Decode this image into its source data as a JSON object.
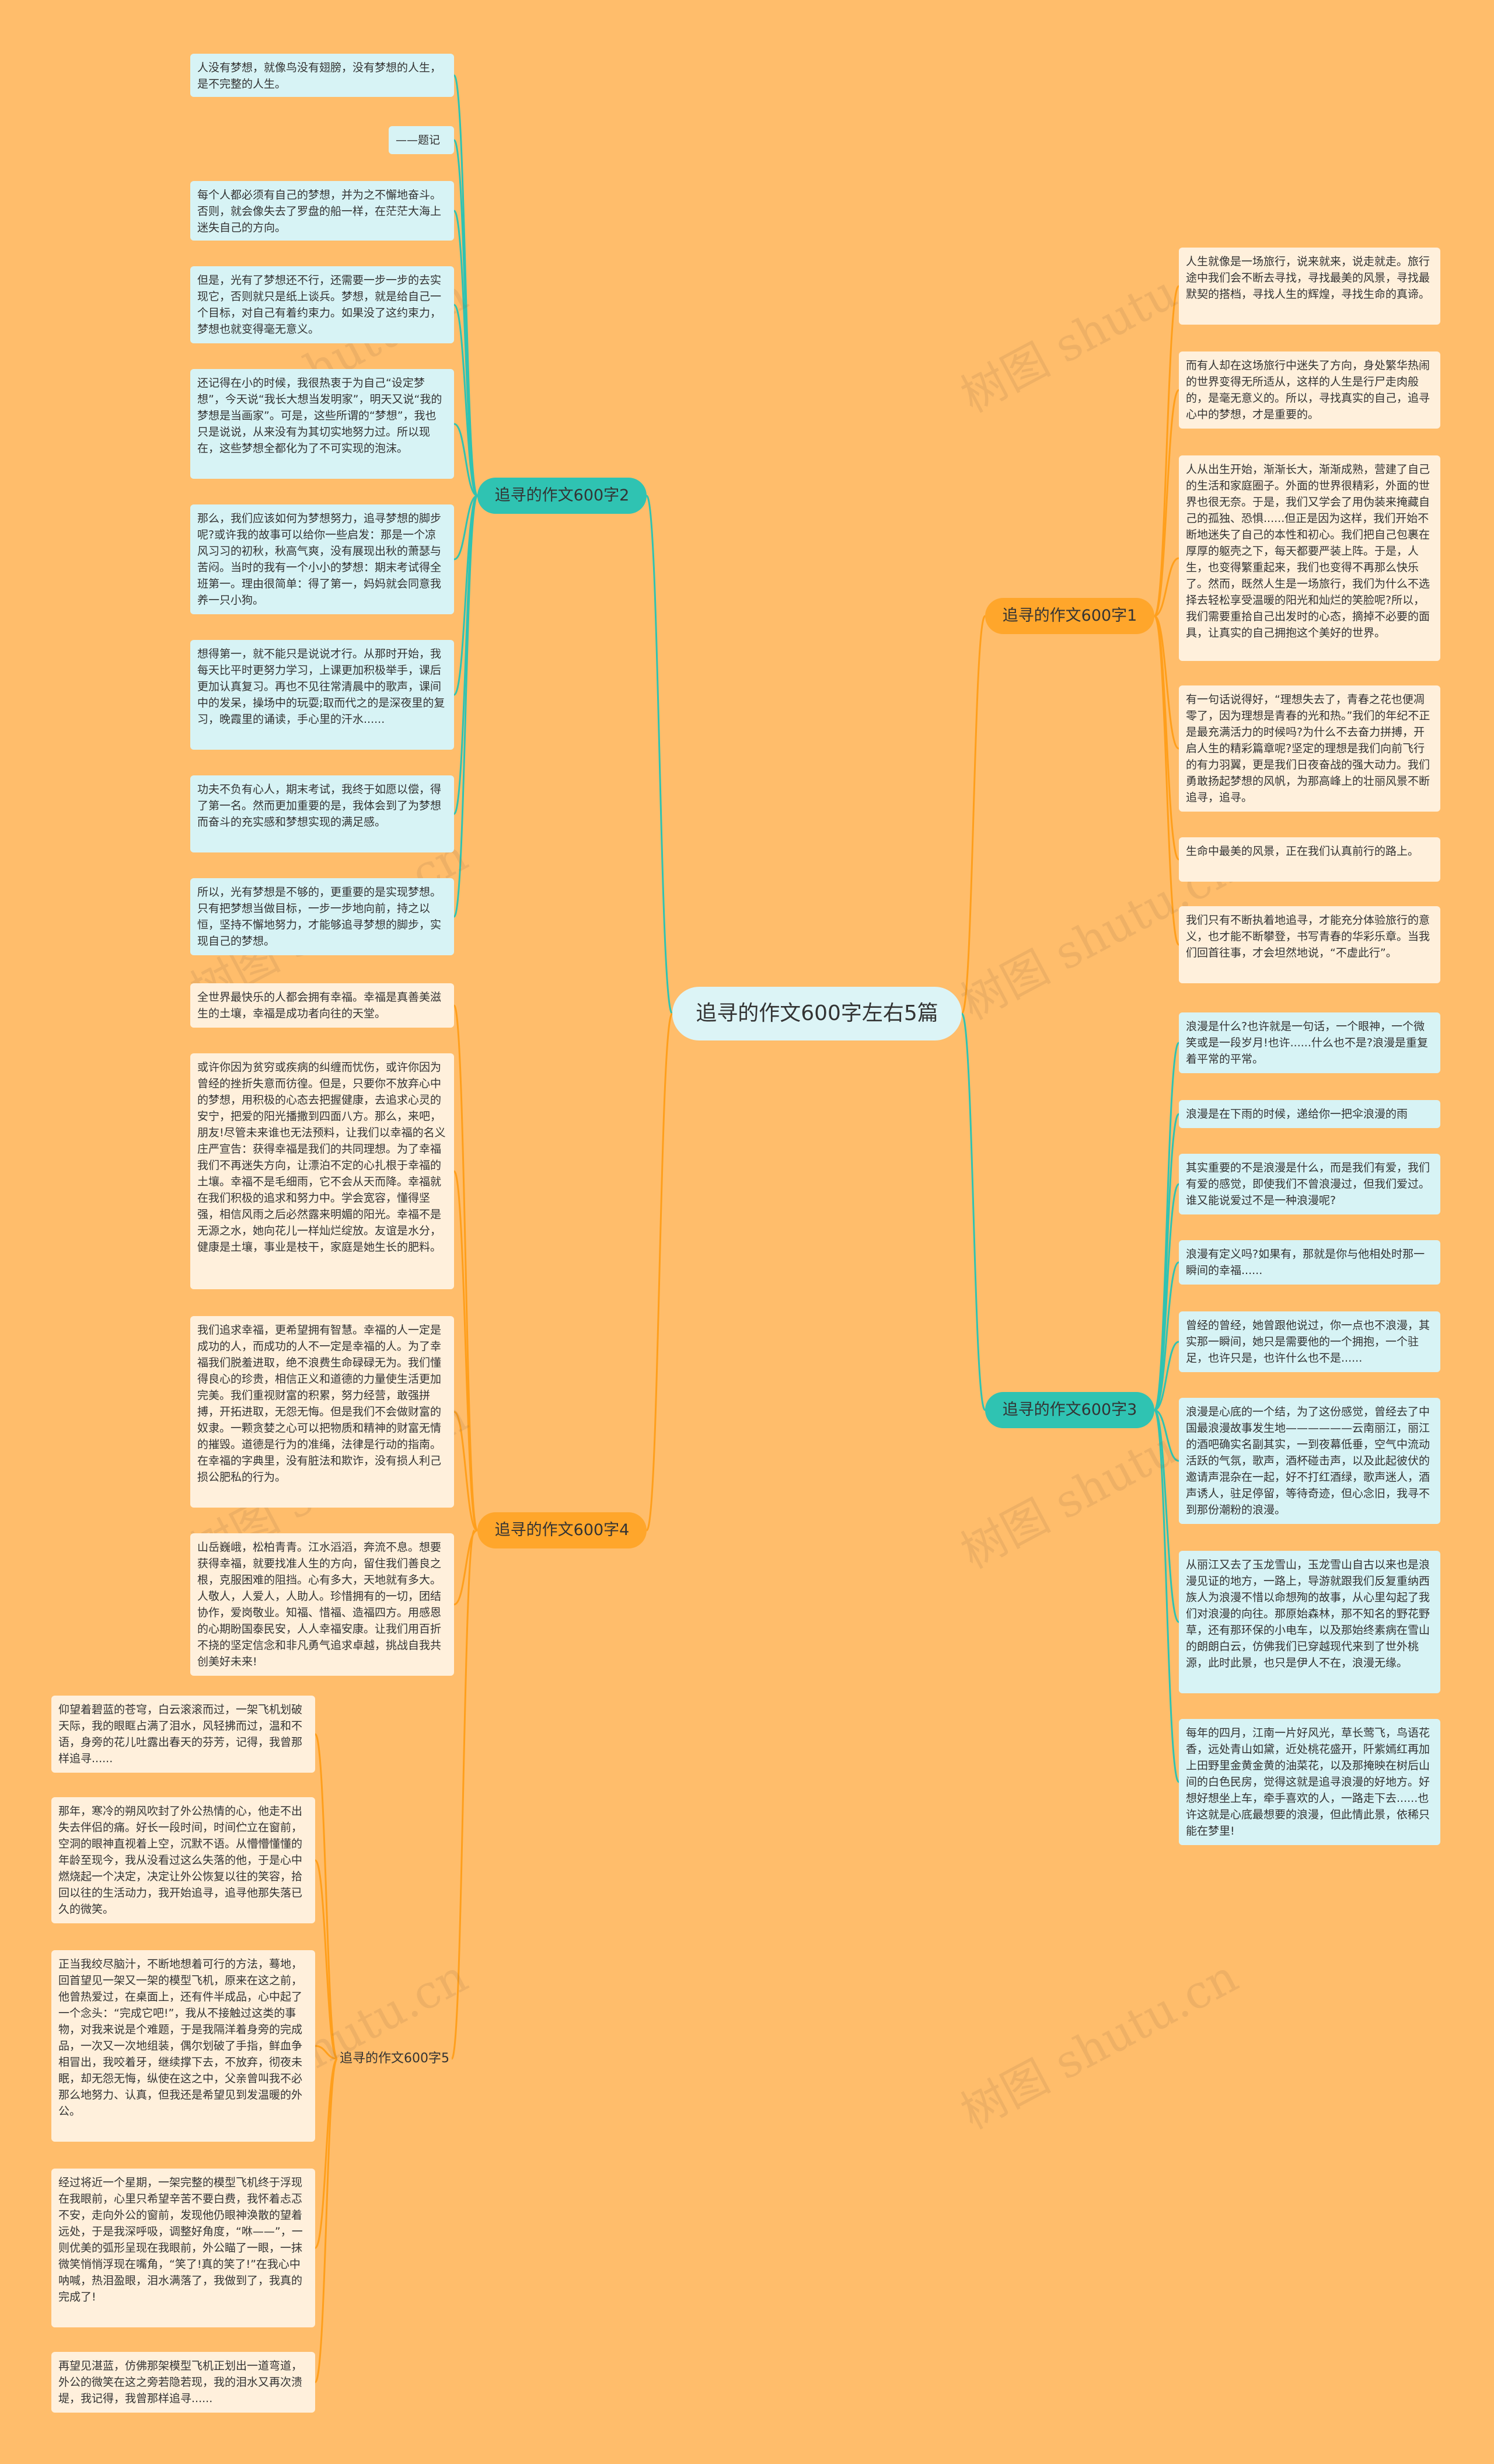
{
  "root": {
    "title": "追寻的作文600字左右5篇"
  },
  "branches": [
    {
      "label": "追寻的作文600字2",
      "leaves": [
        "人没有梦想，就像鸟没有翅膀，没有梦想的人生，是不完整的人生。",
        "——题记",
        "每个人都必须有自己的梦想，并为之不懈地奋斗。否则，就会像失去了罗盘的船一样，在茫茫大海上迷失自己的方向。",
        "但是，光有了梦想还不行，还需要一步一步的去实现它，否则就只是纸上谈兵。梦想，就是给自己一个目标，对自己有着约束力。如果没了这约束力，梦想也就变得毫无意义。",
        "还记得在小的时候，我很热衷于为自己“设定梦想”，今天说“我长大想当发明家”，明天又说“我的梦想是当画家”。可是，这些所谓的“梦想”，我也只是说说，从来没有为其切实地努力过。所以现在，这些梦想全都化为了不可实现的泡沫。",
        "那么，我们应该如何为梦想努力，追寻梦想的脚步呢?或许我的故事可以给你一些启发：那是一个凉风习习的初秋，秋高气爽，没有展现出秋的萧瑟与苦闷。当时的我有一个小小的梦想：期末考试得全班第一。理由很简单：得了第一，妈妈就会同意我养一只小狗。",
        "想得第一，就不能只是说说才行。从那时开始，我每天比平时更努力学习，上课更加积极举手，课后更加认真复习。再也不见往常清晨中的歌声，课间中的发呆，操场中的玩耍;取而代之的是深夜里的复习，晚霞里的诵读，手心里的汗水......",
        "功夫不负有心人，期末考试，我终于如愿以偿，得了第一名。然而更加重要的是，我体会到了为梦想而奋斗的充实感和梦想实现的满足感。",
        "所以，光有梦想是不够的，更重要的是实现梦想。只有把梦想当做目标，一步一步地向前，持之以恒，坚持不懈地努力，才能够追寻梦想的脚步，实现自己的梦想。"
      ]
    },
    {
      "label": "追寻的作文600字1",
      "leaves": [
        "人生就像是一场旅行，说来就来，说走就走。旅行途中我们会不断去寻找，寻找最美的风景，寻找最默契的搭档，寻找人生的辉煌，寻找生命的真谛。",
        "而有人却在这场旅行中迷失了方向，身处繁华热闹的世界变得无所适从，这样的人生是行尸走肉般的，是毫无意义的。所以，寻找真实的自己，追寻心中的梦想，才是重要的。",
        "人从出生开始，渐渐长大，渐渐成熟，营建了自己的生活和家庭圈子。外面的世界很精彩，外面的世界也很无奈。于是，我们又学会了用伪装来掩藏自己的孤独、恐惧......但正是因为这样，我们开始不断地迷失了自己的本性和初心。我们把自己包裹在厚厚的躯壳之下，每天都要严装上阵。于是，人生，也变得繁重起来，我们也变得不再那么快乐了。然而，既然人生是一场旅行，我们为什么不选择去轻松享受温暖的阳光和灿烂的笑脸呢?所以，我们需要重拾自己出发时的心态，摘掉不必要的面具，让真实的自己拥抱这个美好的世界。",
        "有一句话说得好，“理想失去了，青春之花也便凋零了，因为理想是青春的光和热。”我们的年纪不正是最充满活力的时候吗?为什么不去奋力拼搏，开启人生的精彩篇章呢?坚定的理想是我们向前飞行的有力羽翼，更是我们日夜奋战的强大动力。我们勇敢扬起梦想的风帆，为那高峰上的壮丽风景不断追寻，追寻。",
        "生命中最美的风景，正在我们认真前行的路上。",
        "我们只有不断执着地追寻，才能充分体验旅行的意义，也才能不断攀登，书写青春的华彩乐章。当我们回首往事，才会坦然地说，“不虚此行”。"
      ]
    },
    {
      "label": "追寻的作文600字4",
      "leaves": [
        "全世界最快乐的人都会拥有幸福。幸福是真善美滋生的土壤，幸福是成功者向往的天堂。",
        "或许你因为贫穷或疾病的纠缠而忧伤，或许你因为曾经的挫折失意而彷徨。但是，只要你不放弃心中的梦想，用积极的心态去把握健康，去追求心灵的安宁，把爱的阳光播撒到四面八方。那么，来吧，朋友!尽管未来谁也无法预料，让我们以幸福的名义庄严宣告：获得幸福是我们的共同理想。为了幸福我们不再迷失方向，让漂泊不定的心扎根于幸福的土壤。幸福不是毛细雨，它不会从天而降。幸福就在我们积极的追求和努力中。学会宽容，懂得坚强，相信风雨之后必然露来明媚的阳光。幸福不是无源之水，她向花儿一样灿烂绽放。友谊是水分，健康是土壤，事业是枝干，家庭是她生长的肥料。",
        "我们追求幸福，更希望拥有智慧。幸福的人一定是成功的人，而成功的人不一定是幸福的人。为了幸福我们脱羞进取，绝不浪费生命碌碌无为。我们懂得良心的珍贵，相信正义和道德的力量使生活更加完美。我们重视财富的积累，努力经营，敢强拼搏，开拓进取，无怨无悔。但是我们不会做财富的奴隶。一颗贪婪之心可以把物质和精神的财富无情的摧毁。道德是行为的准绳，法律是行动的指南。在幸福的字典里，没有脏法和欺诈，没有损人利己损公肥私的行为。",
        "山岳巍峨，松柏青青。江水滔滔，奔流不息。想要获得幸福，就要找准人生的方向，留住我们善良之根，克服困难的阻挡。心有多大，天地就有多大。人敬人，人爱人，人助人。珍惜拥有的一切，团结协作，爱岗敬业。知福、惜福、造福四方。用感恩的心期盼国泰民安，人人幸福安康。让我们用百折不挠的坚定信念和非凡勇气追求卓越，挑战自我共创美好未来!"
      ]
    },
    {
      "label": "追寻的作文600字3",
      "leaves": [
        "浪漫是什么?也许就是一句话，一个眼神，一个微笑或是一段岁月!也许......什么也不是?浪漫是重复着平常的平常。",
        "浪漫是在下雨的时候，递给你一把伞浪漫的雨",
        "其实重要的不是浪漫是什么，而是我们有爱，我们有爱的感觉，即使我们不曾浪漫过，但我们爱过。谁又能说爱过不是一种浪漫呢?",
        "浪漫有定义吗?如果有，那就是你与他相处时那一瞬间的幸福......",
        "曾经的曾经，她曾跟他说过，你一点也不浪漫，其实那一瞬间，她只是需要他的一个拥抱，一个驻足，也许只是，也许什么也不是......",
        "浪漫是心底的一个结，为了这份感觉，曾经去了中国最浪漫故事发生地——————云南丽江，丽江的酒吧确实名副其实，一到夜幕低垂，空气中流动活跃的气氛，歌声，酒杯碰击声，以及此起彼伏的邀请声混杂在一起，好不打红酒绿，歌声迷人，酒声诱人，驻足停留，等待奇迹，但心念旧，我寻不到那份潮粉的浪漫。",
        "从丽江又去了玉龙雪山，玉龙雪山自古以来也是浪漫见证的地方，一路上，导游就跟我们反复重纳西族人为浪漫不惜以命想殉的故事，从心里勾起了我们对浪漫的向往。那原始森林，那不知名的野花野草，还有那环保的小电车，以及那始终素病在雪山的朗朗白云，仿佛我们已穿越现代来到了世外桃源，此时此景，也只是伊人不在，浪漫无缘。",
        "每年的四月，江南一片好风光，草长莺飞，鸟语花香，远处青山如黛，近处桃花盛开，阡紫嫣红再加上田野里金黄金黄的油菜花，以及那掩映在树后山间的白色民房，觉得这就是追寻浪漫的好地方。好想好想坐上车，牵手喜欢的人，一路走下去......也许这就是心底最想要的浪漫，但此情此景，依稀只能在梦里!"
      ]
    },
    {
      "label": "追寻的作文600字5",
      "leaves": [
        "仰望着碧蓝的苍穹，白云滚滚而过，一架飞机划破天际，我的眼眶占满了泪水，风轻拂而过，温和不语，身旁的花儿吐露出春天的芬芳，记得，我曾那样追寻......",
        "那年，寒冷的朔风吹封了外公热情的心，他走不出失去伴侣的痛。好长一段时间，时间伫立在窗前，空洞的眼神直视着上空，沉默不语。从懵懵懂懂的年龄至现今，我从没看过这么失落的他，于是心中燃烧起一个决定，决定让外公恢复以往的笑容，拾回以往的生活动力，我开始追寻，追寻他那失落已久的微笑。",
        "正当我绞尽脑汁，不断地想着可行的方法，蓦地，回首望见一架又一架的模型飞机，原来在这之前，他曾热爱过，在桌面上，还有件半成品，心中起了一个念头：“完成它吧!”，我从不接触过这类的事物，对我来说是个难题，于是我隔洋着身旁的完成品，一次又一次地组装，偶尔划破了手指，鲜血争相冒出，我咬着牙，继续撑下去，不放弃，彻夜未眠，却无怨无悔，纵使在这之中，父亲曾叫我不必那么地努力、认真，但我还是希望见到发温暖的外公。",
        "经过将近一个星期，一架完整的模型飞机终于浮现在我眼前，心里只希望辛苦不要白费，我怀着忐忑不安，走向外公的窗前，发现他仍眼神涣散的望着远处，于是我深呼吸，调整好角度，“咻——”，一则优美的弧形呈现在我眼前，外公瞄了一眼，一抹微笑悄悄浮现在嘴角，“笑了!真的笑了!”在我心中呐喊，热泪盈眼，泪水满落了，我做到了，我真的完成了!",
        "再望见湛蓝，仿佛那架模型飞机正划出一道弯道，外公的微笑在这之旁若隐若现，我的泪水又再次溃堤，我记得，我曾那样追寻......"
      ]
    }
  ],
  "watermark": "树图 shutu.cn",
  "colors": {
    "background": "#FFBD6B",
    "teal": "#2FC3B2",
    "orange": "#FFA62B",
    "leaf_cyan": "#D7F3F5",
    "leaf_cream": "#FFF0DC",
    "link_teal": "#2FC3B2",
    "link_orange": "#FF9F1C"
  }
}
